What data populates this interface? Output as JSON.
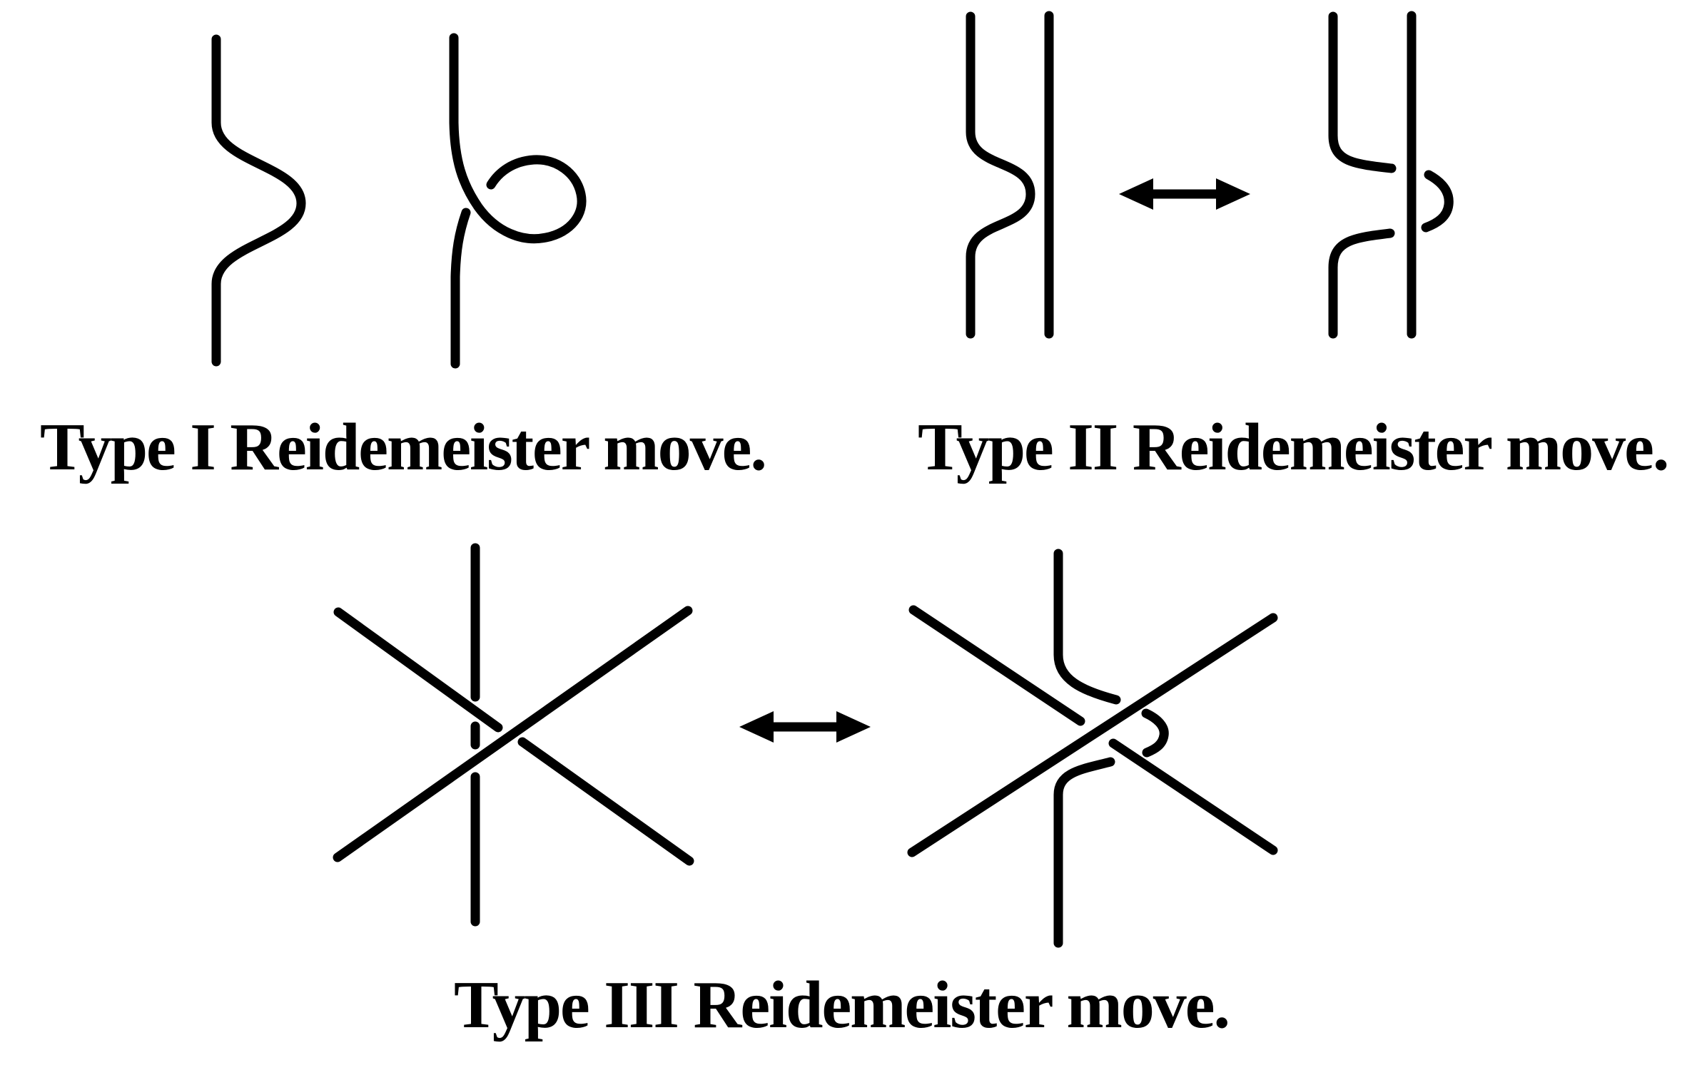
{
  "page": {
    "background_color": "#ffffff",
    "ink_color": "#000000"
  },
  "panels": [
    {
      "id": "type-1",
      "caption": "Type I Reidemeister move.",
      "left_diagram": "vertical strand with smooth rightward bump",
      "right_diagram": "strand with one kink loop crossing itself once"
    },
    {
      "id": "type-2",
      "caption": "Type II Reidemeister move.",
      "left_diagram": "bumped strand beside straight vertical strand, no crossing",
      "right_diagram": "bumped strand pushed under the straight strand, two crossings"
    },
    {
      "id": "type-3",
      "caption": "Type III Reidemeister move.",
      "left_diagram": "vertical strand passing under two crossed diagonals, left of central crossing",
      "right_diagram": "vertical strand slid to the right of the central crossing, still underneath"
    }
  ],
  "icons": {
    "double_arrow": "left-right-double-arrow"
  }
}
